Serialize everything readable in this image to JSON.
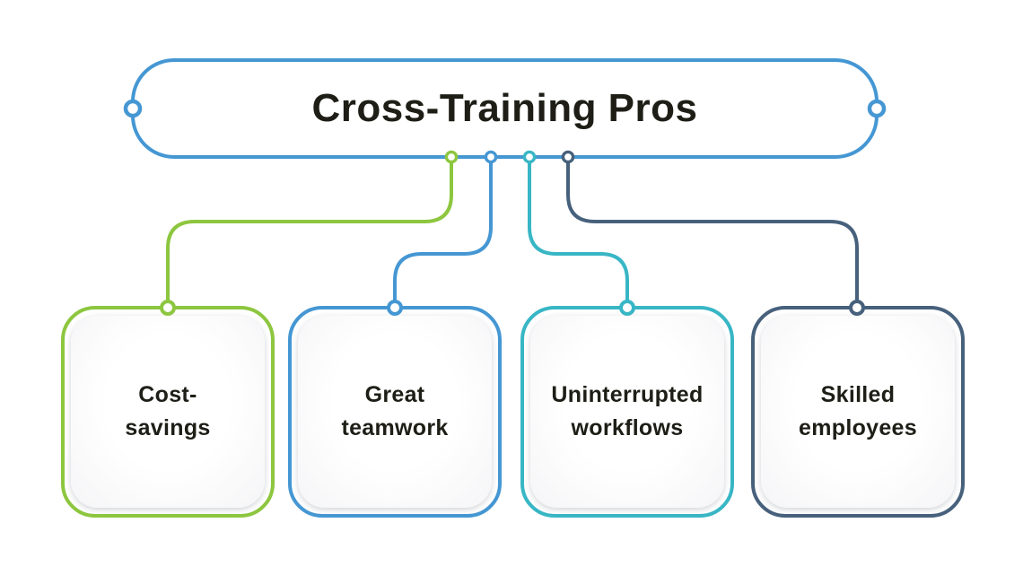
{
  "title_box": {
    "label": "Cross-Training Pros"
  },
  "palette": {
    "blue": "#4597D3",
    "green": "#8DC63F",
    "teal": "#38B6C5",
    "slate": "#47617C",
    "text": "#1E1E17",
    "background": "#FFFFFF"
  },
  "branches": [
    {
      "id": "cost-savings",
      "color": "#8DC63F",
      "lines": [
        "Cost-",
        "savings"
      ]
    },
    {
      "id": "great-teamwork",
      "color": "#4597D3",
      "lines": [
        "Great",
        "teamwork"
      ]
    },
    {
      "id": "uninterrupted-workflows",
      "color": "#38B6C5",
      "lines": [
        "Uninterrupted",
        "workflows"
      ]
    },
    {
      "id": "skilled-employees",
      "color": "#47617C",
      "lines": [
        "Skilled",
        "employees"
      ]
    }
  ]
}
